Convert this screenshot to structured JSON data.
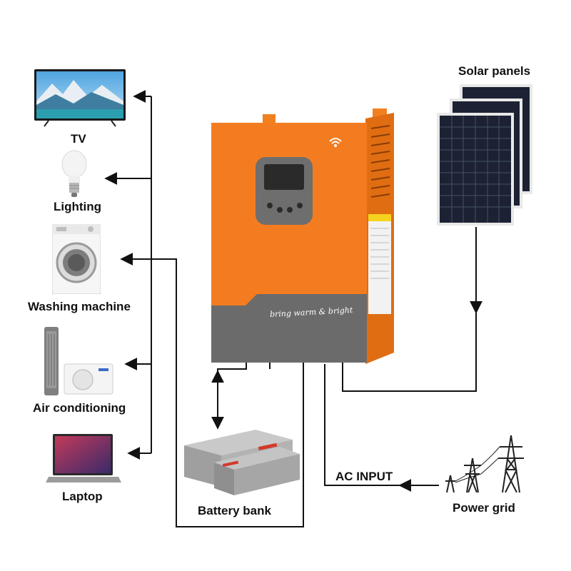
{
  "loads": [
    {
      "id": "tv",
      "label": "TV",
      "icon": "tv-icon"
    },
    {
      "id": "lighting",
      "label": "Lighting",
      "icon": "light-bulb-icon"
    },
    {
      "id": "washing",
      "label": "Washing machine",
      "icon": "washing-machine-icon"
    },
    {
      "id": "ac",
      "label": "Air conditioning",
      "icon": "air-conditioner-icon"
    },
    {
      "id": "laptop",
      "label": "Laptop",
      "icon": "laptop-icon"
    }
  ],
  "sources": {
    "solar_label": "Solar panels",
    "battery_label": "Battery bank",
    "grid_label": "Power grid",
    "ac_input_label": "AC INPUT"
  },
  "inverter": {
    "slogan": "bring warm & bright",
    "body_color": "#f47c20",
    "panel_color": "#6b6b6b"
  },
  "colors": {
    "wire": "#111111",
    "panel_cell": "#1c2233",
    "battery": "#a9a9a9"
  }
}
